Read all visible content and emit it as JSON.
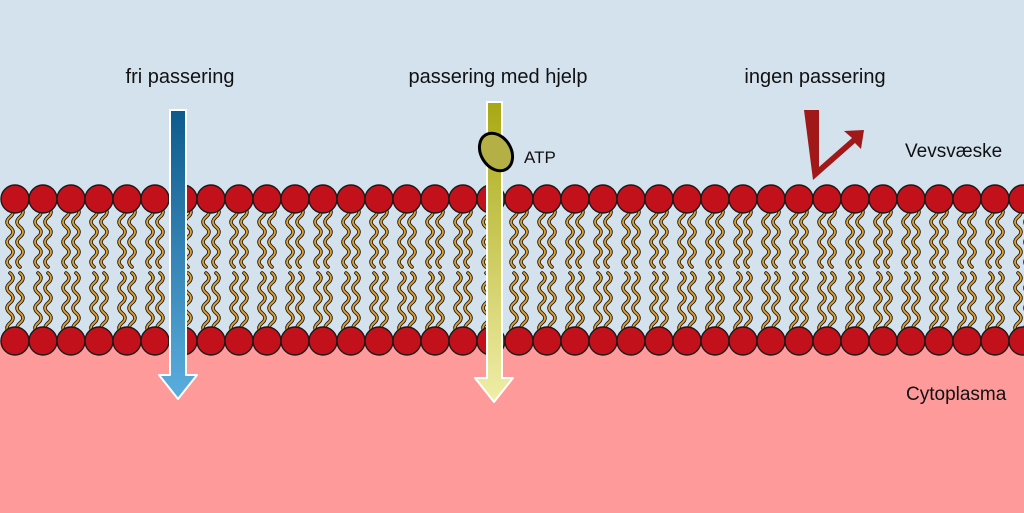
{
  "labels": {
    "free_passage": "fri passering",
    "assisted_passage": "passering med hjelp",
    "no_passage": "ingen passering",
    "atp": "ATP",
    "extracellular": "Vevsvæske",
    "cytoplasm": "Cytoplasma"
  },
  "colors": {
    "extracellular_bg": "#d4e2ee",
    "cytoplasm_bg": "#ff9a9a",
    "lipid_head": "#c2111a",
    "lipid_tail": "#e0a030",
    "free_arrow_top": "#0e5a8c",
    "free_arrow_bottom": "#5aaede",
    "assisted_arrow_top": "#a8a814",
    "assisted_arrow_bottom": "#f0eea8",
    "atp_fill": "#b5b045",
    "blocked_arrow": "#a01818"
  },
  "icons": {
    "atp": "ellipse-molecule-icon",
    "blocked": "deflected-arrow-icon"
  }
}
